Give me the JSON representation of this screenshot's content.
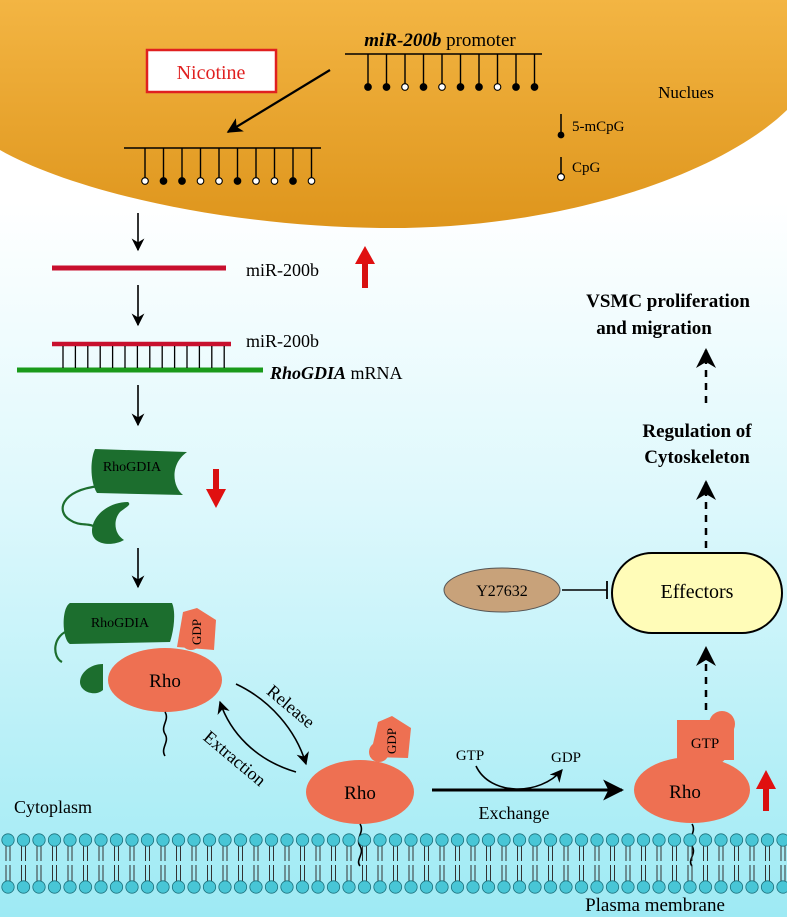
{
  "nucleus": {
    "label": "Nuclues",
    "promoter_gene": "miR-200b",
    "promoter_suffix": " promoter",
    "legend": {
      "methylated": "5-mCpG",
      "unmethylated": "CpG"
    }
  },
  "stimulus": {
    "label": "Nicotine"
  },
  "mirna": {
    "label": "miR-200b",
    "duplex_mirna_label": "miR-200b",
    "target_gene": "RhoGDIA",
    "target_suffix": " mRNA"
  },
  "proteins": {
    "rhogdia": "RhoGDIA",
    "rho": "Rho",
    "gdp": "GDP",
    "gtp": "GTP"
  },
  "cycle": {
    "release": "Release",
    "extraction": "Extraction",
    "exchange": "Exchange",
    "gtp_in": "GTP",
    "gdp_out": "GDP"
  },
  "downstream": {
    "effectors": "Effectors",
    "inhibitor": "Y27632",
    "cytoskeleton_line1": "Regulation of",
    "cytoskeleton_line2": "Cytoskeleton",
    "outcome_line1": "VSMC proliferation",
    "outcome_line2": "and migration"
  },
  "compartments": {
    "cytoplasm": "Cytoplasm",
    "membrane": "Plasma membrane"
  },
  "colors": {
    "nucleus_fill": "#E8A32E",
    "rho_fill": "#EE7052",
    "rhogdia_fill": "#1C6E2E",
    "mirna_strand": "#C8102E",
    "mrna_strand": "#1A9A1A",
    "up_down_arrow": "#E01010",
    "effectors_fill": "#FFFCB8",
    "inhibitor_fill": "#C8A27A",
    "membrane_head": "#48C6D6",
    "nicotine_red": "#E02020"
  }
}
